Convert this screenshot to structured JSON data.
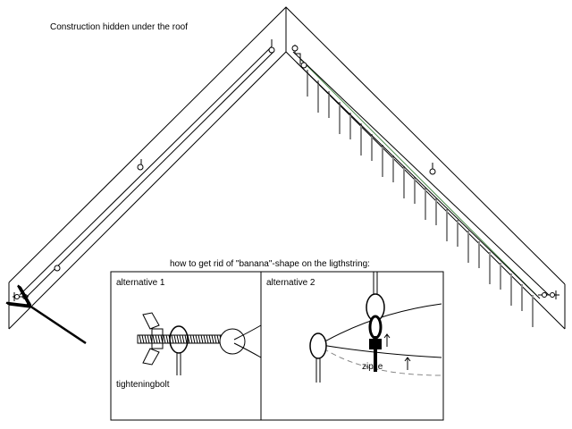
{
  "diagram": {
    "title": "Construction hidden under the roof",
    "subtitle": "how to get rid of \"banana\"-shape on the ligthstring:",
    "panels": [
      {
        "label": "alternative 1",
        "callout": "tighteningbolt"
      },
      {
        "label": "alternative 2",
        "callout": "ziptie"
      }
    ]
  }
}
